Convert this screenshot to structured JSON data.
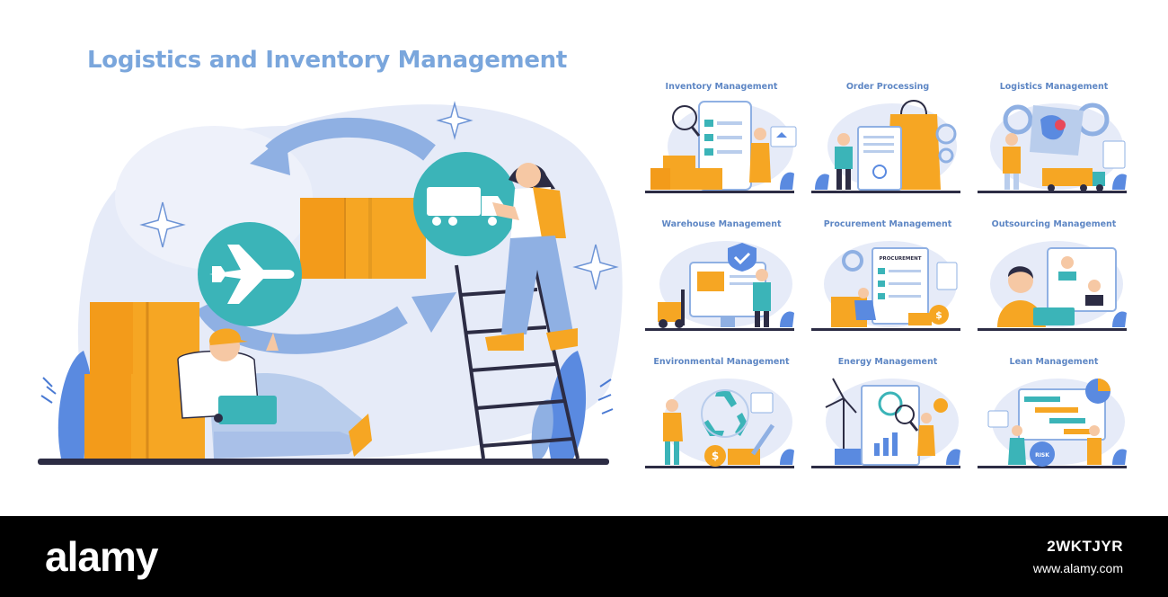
{
  "main_title": "Logistics and Inventory Management",
  "tiles": [
    {
      "title": "Inventory Management"
    },
    {
      "title": "Order Processing"
    },
    {
      "title": "Logistics Management"
    },
    {
      "title": "Warehouse Management"
    },
    {
      "title": "Procurement Management"
    },
    {
      "title": "Outsourcing Management"
    },
    {
      "title": "Environmental Management"
    },
    {
      "title": "Energy Management"
    },
    {
      "title": "Lean Management"
    }
  ],
  "labels": {
    "procurement_doc": "PROCUREMENT",
    "lean_risk": "RISK"
  },
  "footer": {
    "logo": "alamy",
    "image_id": "2WKTJYR",
    "url": "www.alamy.com"
  },
  "colors": {
    "title_blue": "#7aa6dc",
    "tile_title_blue": "#5d86c4",
    "box_orange": "#f6a623",
    "teal": "#3bb4b8",
    "light_blue_bg": "#e6ebf8",
    "arrow_blue": "#8fb0e3"
  },
  "icons": [
    "plane-icon",
    "truck-icon",
    "sparkle-icon",
    "check-icon",
    "dollar-icon",
    "recycle-icon"
  ]
}
